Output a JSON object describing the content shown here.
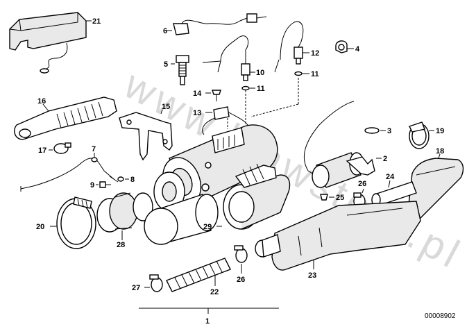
{
  "watermark": "www.bmwstore.pl",
  "diagram_code": "00008902",
  "callouts": {
    "c1": "1",
    "c2": "2",
    "c3": "3",
    "c4": "4",
    "c5": "5",
    "c6": "6",
    "c7": "7",
    "c8": "8",
    "c9": "9",
    "c10": "10",
    "c11a": "11",
    "c11b": "11",
    "c12": "12",
    "c13": "13",
    "c14": "14",
    "c15": "15",
    "c16": "16",
    "c17": "17",
    "c18": "18",
    "c19": "19",
    "c20": "20",
    "c21": "21",
    "c22": "22",
    "c23": "23",
    "c24": "24",
    "c25": "25",
    "c26a": "26",
    "c26b": "26",
    "c27": "27",
    "c28": "28",
    "c29": "29"
  }
}
